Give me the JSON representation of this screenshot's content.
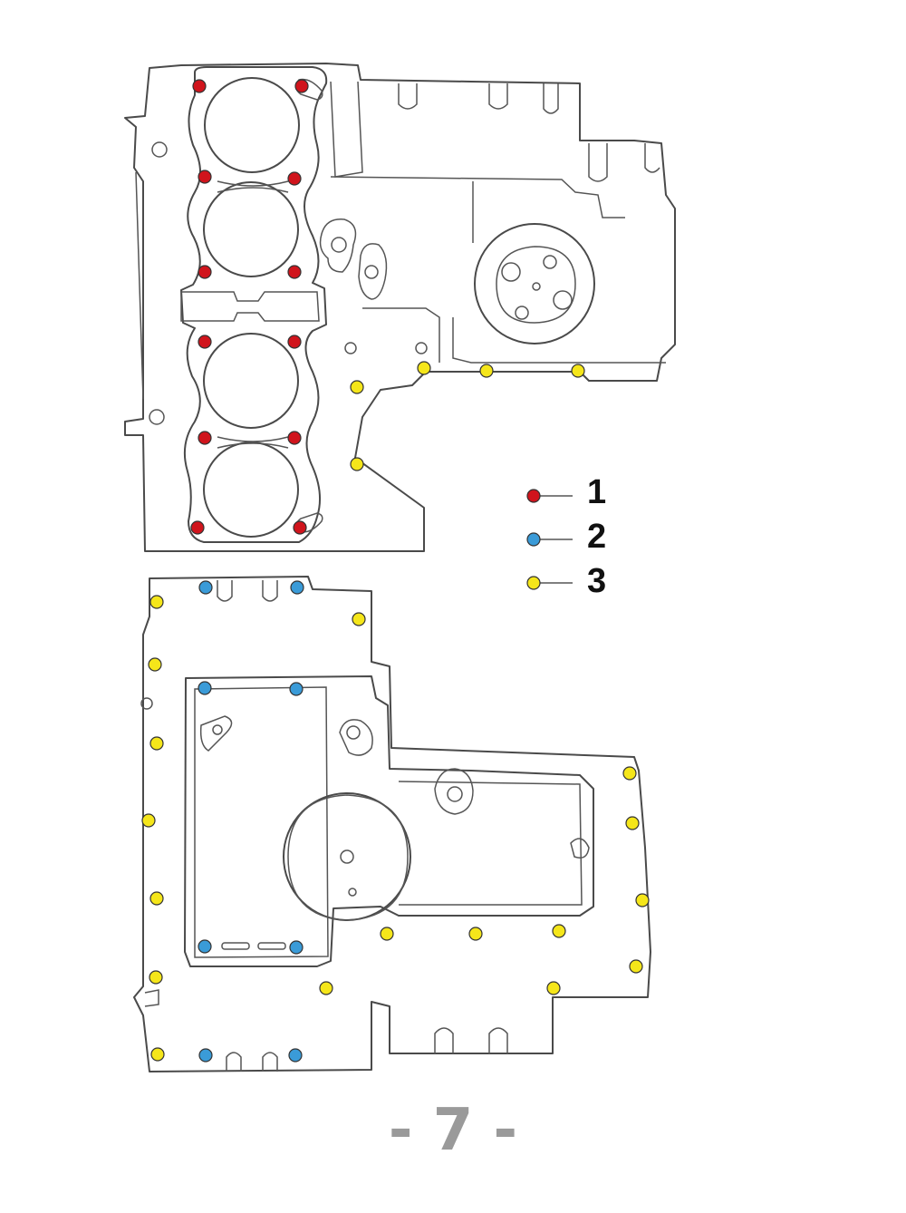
{
  "legend": {
    "items": [
      {
        "label": "1",
        "color": "#d0141c"
      },
      {
        "label": "2",
        "color": "#3a9bd8"
      },
      {
        "label": "3",
        "color": "#f5e61a"
      }
    ]
  },
  "page_number": "- 7 -"
}
